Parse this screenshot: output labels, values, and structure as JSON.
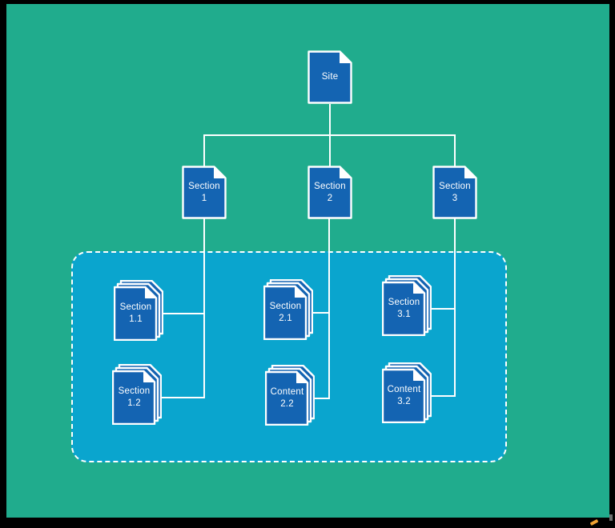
{
  "canvas": {
    "colors": {
      "frame": "#000000",
      "canvas_bg": "#20ac8d",
      "group_fill": "#0aa5ce",
      "node_fill": "#1464b2",
      "stroke": "#ffffff",
      "cursor_orange": "#efa233",
      "scroll_gray": "#6e6e6e"
    }
  },
  "diagram": {
    "type": "sitemap-tree",
    "nodes": {
      "site": {
        "label": "Site"
      },
      "section1": {
        "line1": "Section",
        "line2": "1"
      },
      "section2": {
        "line1": "Section",
        "line2": "2"
      },
      "section3": {
        "line1": "Section",
        "line2": "3"
      },
      "section11": {
        "line1": "Section",
        "line2": "1.1"
      },
      "section12": {
        "line1": "Section",
        "line2": "1.2"
      },
      "section21": {
        "line1": "Section",
        "line2": "2.1"
      },
      "content22": {
        "line1": "Content",
        "line2": "2.2"
      },
      "section31": {
        "line1": "Section",
        "line2": "3.1"
      },
      "content32": {
        "line1": "Content",
        "line2": "3.2"
      }
    }
  }
}
